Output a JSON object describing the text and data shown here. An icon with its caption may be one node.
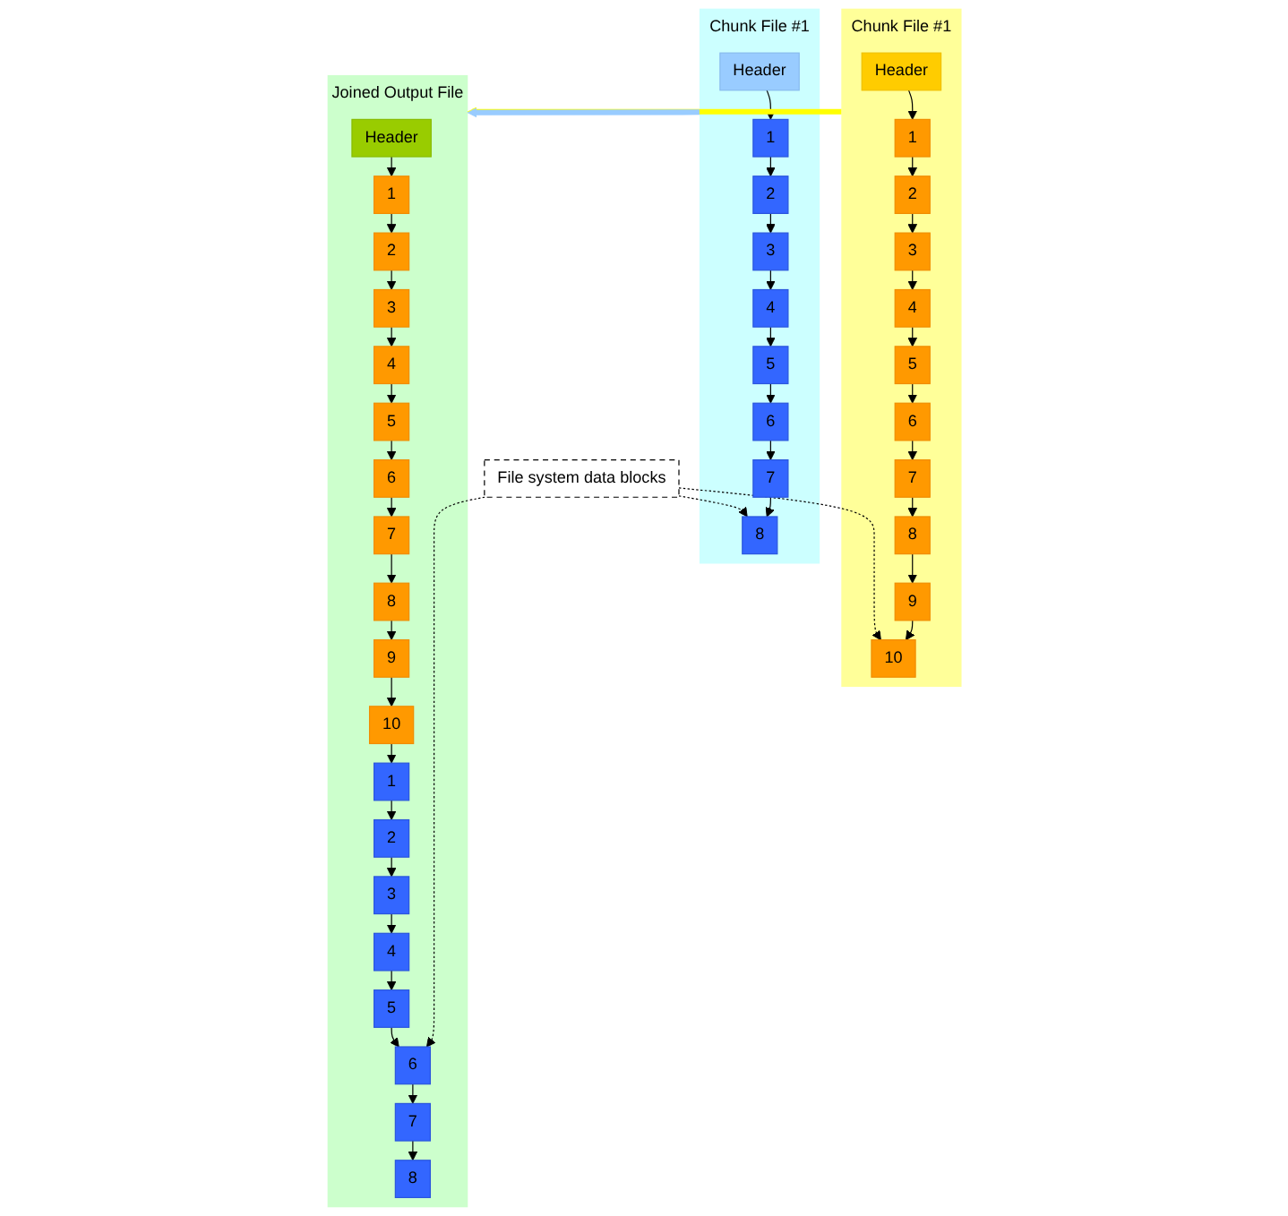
{
  "diagram": {
    "nodes": [
      {
        "text": [
          "Chunk File #1"
        ]
      },
      {
        "text": [
          "Header"
        ],
        "in": 0
      },
      {
        "text": [
          "1"
        ],
        "in": 0
      },
      {
        "text": [
          "2"
        ],
        "in": 0
      },
      {
        "text": [
          "3"
        ],
        "in": 0
      },
      {
        "text": [
          "4"
        ],
        "in": 0
      },
      {
        "text": [
          "5"
        ],
        "in": 0
      },
      {
        "text": [
          "6"
        ],
        "in": 0
      },
      {
        "text": [
          "7"
        ],
        "in": 0
      },
      {
        "text": [
          "8"
        ],
        "in": 0
      },
      {
        "text": [
          "9"
        ],
        "in": 0
      },
      {
        "text": [
          "10"
        ],
        "in": 0
      },
      {
        "text": [
          "Chunk File #1"
        ]
      },
      {
        "text": [
          "Header"
        ],
        "in": 12
      },
      {
        "text": [
          "1"
        ],
        "in": 12
      },
      {
        "text": [
          "2"
        ],
        "in": 12
      },
      {
        "text": [
          "3"
        ],
        "in": 12
      },
      {
        "text": [
          "4"
        ],
        "in": 12
      },
      {
        "text": [
          "5"
        ],
        "in": 12
      },
      {
        "text": [
          "6"
        ],
        "in": 12
      },
      {
        "text": [
          "7"
        ],
        "in": 12
      },
      {
        "text": [
          "8"
        ],
        "in": 12
      },
      {
        "text": [
          "Joined Output File"
        ]
      },
      {
        "text": [
          "Header"
        ],
        "in": 22
      },
      {
        "text": [
          "1"
        ],
        "in": 22
      },
      {
        "text": [
          "2"
        ],
        "in": 22
      },
      {
        "text": [
          "3"
        ],
        "in": 22
      },
      {
        "text": [
          "4"
        ],
        "in": 22
      },
      {
        "text": [
          "5"
        ],
        "in": 22
      },
      {
        "text": [
          "6"
        ],
        "in": 22
      },
      {
        "text": [
          "7"
        ],
        "in": 22
      },
      {
        "text": [
          "8"
        ],
        "in": 22
      },
      {
        "text": [
          "9"
        ],
        "in": 22
      },
      {
        "text": [
          "10"
        ],
        "in": 22
      },
      {
        "text": [
          "1"
        ],
        "in": 22
      },
      {
        "text": [
          "2"
        ],
        "in": 22
      },
      {
        "text": [
          "3"
        ],
        "in": 22
      },
      {
        "text": [
          "4"
        ],
        "in": 22
      },
      {
        "text": [
          "5"
        ],
        "in": 22
      },
      {
        "text": [
          "6"
        ],
        "in": 22
      },
      {
        "text": [
          "7"
        ],
        "in": 22
      },
      {
        "text": [
          "8"
        ],
        "in": 22
      },
      {
        "text": [
          "File system data blocks"
        ]
      }
    ],
    "edges": [
      {
        "from": 1,
        "to": 2,
        "arrow": "to"
      },
      {
        "from": 2,
        "to": 3,
        "arrow": "to"
      },
      {
        "from": 3,
        "to": 4,
        "arrow": "to"
      },
      {
        "from": 4,
        "to": 5,
        "arrow": "to"
      },
      {
        "from": 5,
        "to": 6,
        "arrow": "to"
      },
      {
        "from": 6,
        "to": 7,
        "arrow": "to"
      },
      {
        "from": 7,
        "to": 8,
        "arrow": "to"
      },
      {
        "from": 8,
        "to": 9,
        "arrow": "to"
      },
      {
        "from": 9,
        "to": 10,
        "arrow": "to"
      },
      {
        "from": 10,
        "to": 11,
        "arrow": "to"
      },
      {
        "from": 13,
        "to": 14,
        "arrow": "to"
      },
      {
        "from": 14,
        "to": 15,
        "arrow": "to"
      },
      {
        "from": 15,
        "to": 16,
        "arrow": "to"
      },
      {
        "from": 16,
        "to": 17,
        "arrow": "to"
      },
      {
        "from": 17,
        "to": 18,
        "arrow": "to"
      },
      {
        "from": 18,
        "to": 19,
        "arrow": "to"
      },
      {
        "from": 19,
        "to": 20,
        "arrow": "to"
      },
      {
        "from": 20,
        "to": 21,
        "arrow": "to"
      },
      {
        "from": 23,
        "to": 24,
        "arrow": "to"
      },
      {
        "from": 24,
        "to": 25,
        "arrow": "to"
      },
      {
        "from": 25,
        "to": 26,
        "arrow": "to"
      },
      {
        "from": 26,
        "to": 27,
        "arrow": "to"
      },
      {
        "from": 27,
        "to": 28,
        "arrow": "to"
      },
      {
        "from": 28,
        "to": 29,
        "arrow": "to"
      },
      {
        "from": 29,
        "to": 30,
        "arrow": "to"
      },
      {
        "from": 30,
        "to": 31,
        "arrow": "to"
      },
      {
        "from": 31,
        "to": 32,
        "arrow": "to"
      },
      {
        "from": 32,
        "to": 33,
        "arrow": "to"
      },
      {
        "from": 33,
        "to": 34,
        "arrow": "to"
      },
      {
        "from": 34,
        "to": 35,
        "arrow": "to"
      },
      {
        "from": 35,
        "to": 36,
        "arrow": "to"
      },
      {
        "from": 36,
        "to": 37,
        "arrow": "to"
      },
      {
        "from": 37,
        "to": 38,
        "arrow": "to"
      },
      {
        "from": 38,
        "to": 39,
        "arrow": "to"
      },
      {
        "from": 39,
        "to": 40,
        "arrow": "to"
      },
      {
        "from": 40,
        "to": 41,
        "arrow": "to"
      },
      {
        "from": 0,
        "to": 22,
        "arrow": "to",
        "style": "thick",
        "color": "#ffff00"
      },
      {
        "from": 12,
        "to": 22,
        "arrow": "to",
        "style": "thick",
        "color": "#99ccff"
      },
      {
        "from": 42,
        "to": 11,
        "arrow": "to",
        "style": "dashed"
      },
      {
        "from": 42,
        "to": 21,
        "arrow": "to",
        "style": "dashed"
      },
      {
        "from": 42,
        "to": 39,
        "arrow": "to",
        "style": "dashed"
      }
    ]
  }
}
